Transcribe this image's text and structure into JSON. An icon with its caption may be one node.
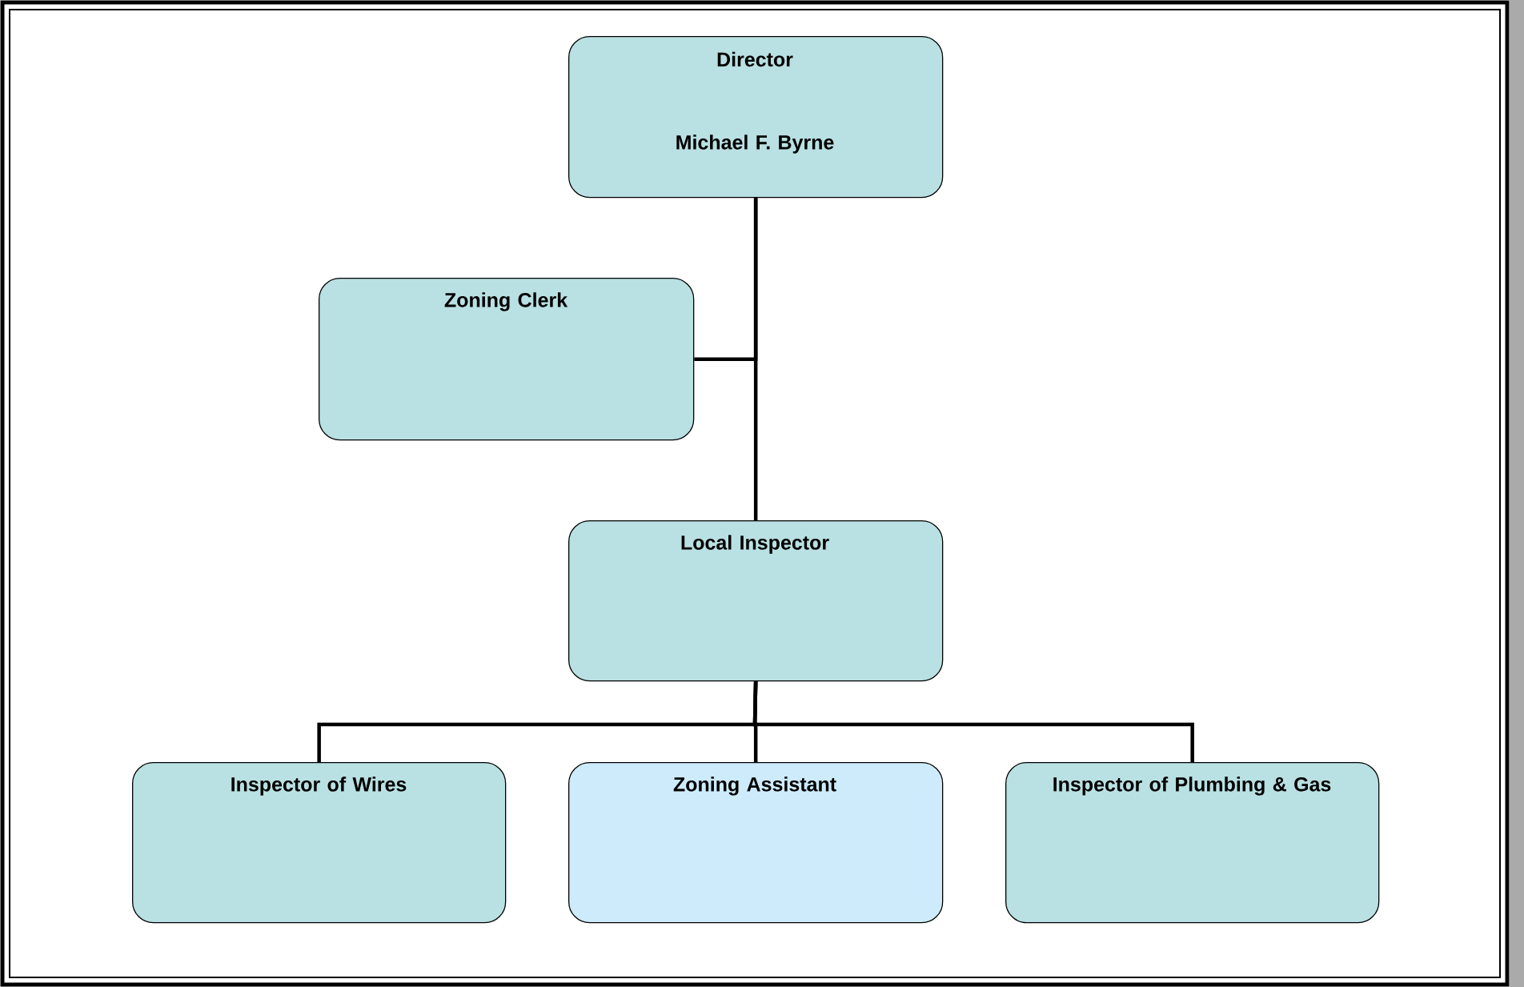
{
  "diagram": {
    "nodes": [
      {
        "text": [
          "Director",
          "Michael F. Byrne"
        ]
      },
      {
        "text": [
          "Zoning Clerk"
        ]
      },
      {
        "text": [
          "Local Inspector"
        ]
      },
      {
        "text": [
          "Inspector of Wires"
        ]
      },
      {
        "text": [
          "Zoning Assistant"
        ]
      },
      {
        "text": [
          "Inspector of Plumbing & Gas"
        ]
      }
    ],
    "edges": [
      {
        "from": 0,
        "to": 1,
        "arrow": "none"
      },
      {
        "from": 0,
        "to": 2,
        "arrow": "none"
      },
      {
        "from": 2,
        "to": 3,
        "arrow": "none"
      },
      {
        "from": 2,
        "to": 4,
        "arrow": "none"
      },
      {
        "from": 2,
        "to": 5,
        "arrow": "none"
      }
    ]
  }
}
